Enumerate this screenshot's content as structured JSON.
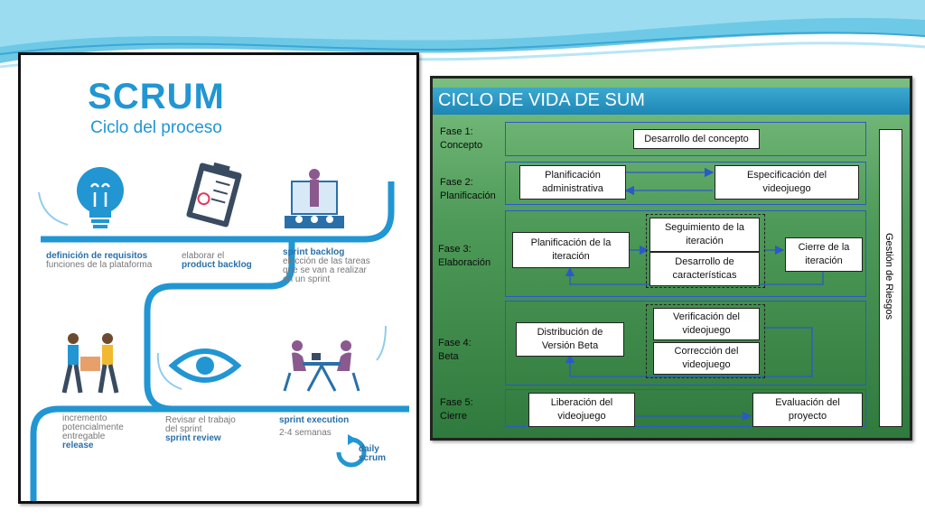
{
  "left": {
    "title": "SCRUM",
    "subtitle": "Ciclo del proceso",
    "steps": {
      "req_title": "definición de requisitos",
      "req_sub": "funciones de la plataforma",
      "pb_line1": "elaborar el",
      "pb_line2": "product backlog",
      "sb_title": "sprint backlog",
      "sb_line1": "elección de las tareas",
      "sb_line2": "que se van a realizar",
      "sb_line3": "en un sprint",
      "rel_line1": "incremento",
      "rel_line2": "potencialmente",
      "rel_line3": "entregable",
      "rel_title": "release",
      "rev_line1": "Revisar el trabajo",
      "rev_line2": "del sprint",
      "rev_title": "sprint review",
      "exec_title": "sprint execution",
      "exec_sub": "2-4 semanas",
      "daily_line1": "daily",
      "daily_line2": "scrum"
    },
    "icons": [
      "lightbulb-icon",
      "clipboard-icon",
      "presentation-icon",
      "handshake-icon",
      "eye-icon",
      "team-table-icon",
      "refresh-icon"
    ],
    "accent": "#2196d3"
  },
  "right": {
    "title": "CICLO DE VIDA DE SUM",
    "phases": [
      {
        "label1": "Fase 1:",
        "label2": "Concepto"
      },
      {
        "label1": "Fase 2:",
        "label2": "Planificación"
      },
      {
        "label1": "Fase 3:",
        "label2": "Elaboración"
      },
      {
        "label1": "Fase 4:",
        "label2": "Beta"
      },
      {
        "label1": "Fase 5:",
        "label2": "Cierre"
      }
    ],
    "boxes": {
      "concepto": "Desarrollo del concepto",
      "plan_admin_1": "Planificación",
      "plan_admin_2": "administrativa",
      "espec_1": "Especificación del",
      "espec_2": "videojuego",
      "plan_iter_1": "Planificación de la",
      "plan_iter_2": "iteración",
      "seguim_1": "Seguimiento de la",
      "seguim_2": "iteración",
      "desarr_1": "Desarrollo de",
      "desarr_2": "características",
      "cierre_iter_1": "Cierre de la",
      "cierre_iter_2": "iteración",
      "distrib_1": "Distribución de",
      "distrib_2": "Versión Beta",
      "verif_1": "Verificación del",
      "verif_2": "videojuego",
      "correc_1": "Corrección del",
      "correc_2": "videojuego",
      "liber_1": "Liberación del",
      "liber_2": "videojuego",
      "eval_1": "Evaluación del",
      "eval_2": "proyecto"
    },
    "risk": "Gestión de Riesgos",
    "header_color": "#2590c0",
    "arrow_color": "#2a59c9"
  }
}
